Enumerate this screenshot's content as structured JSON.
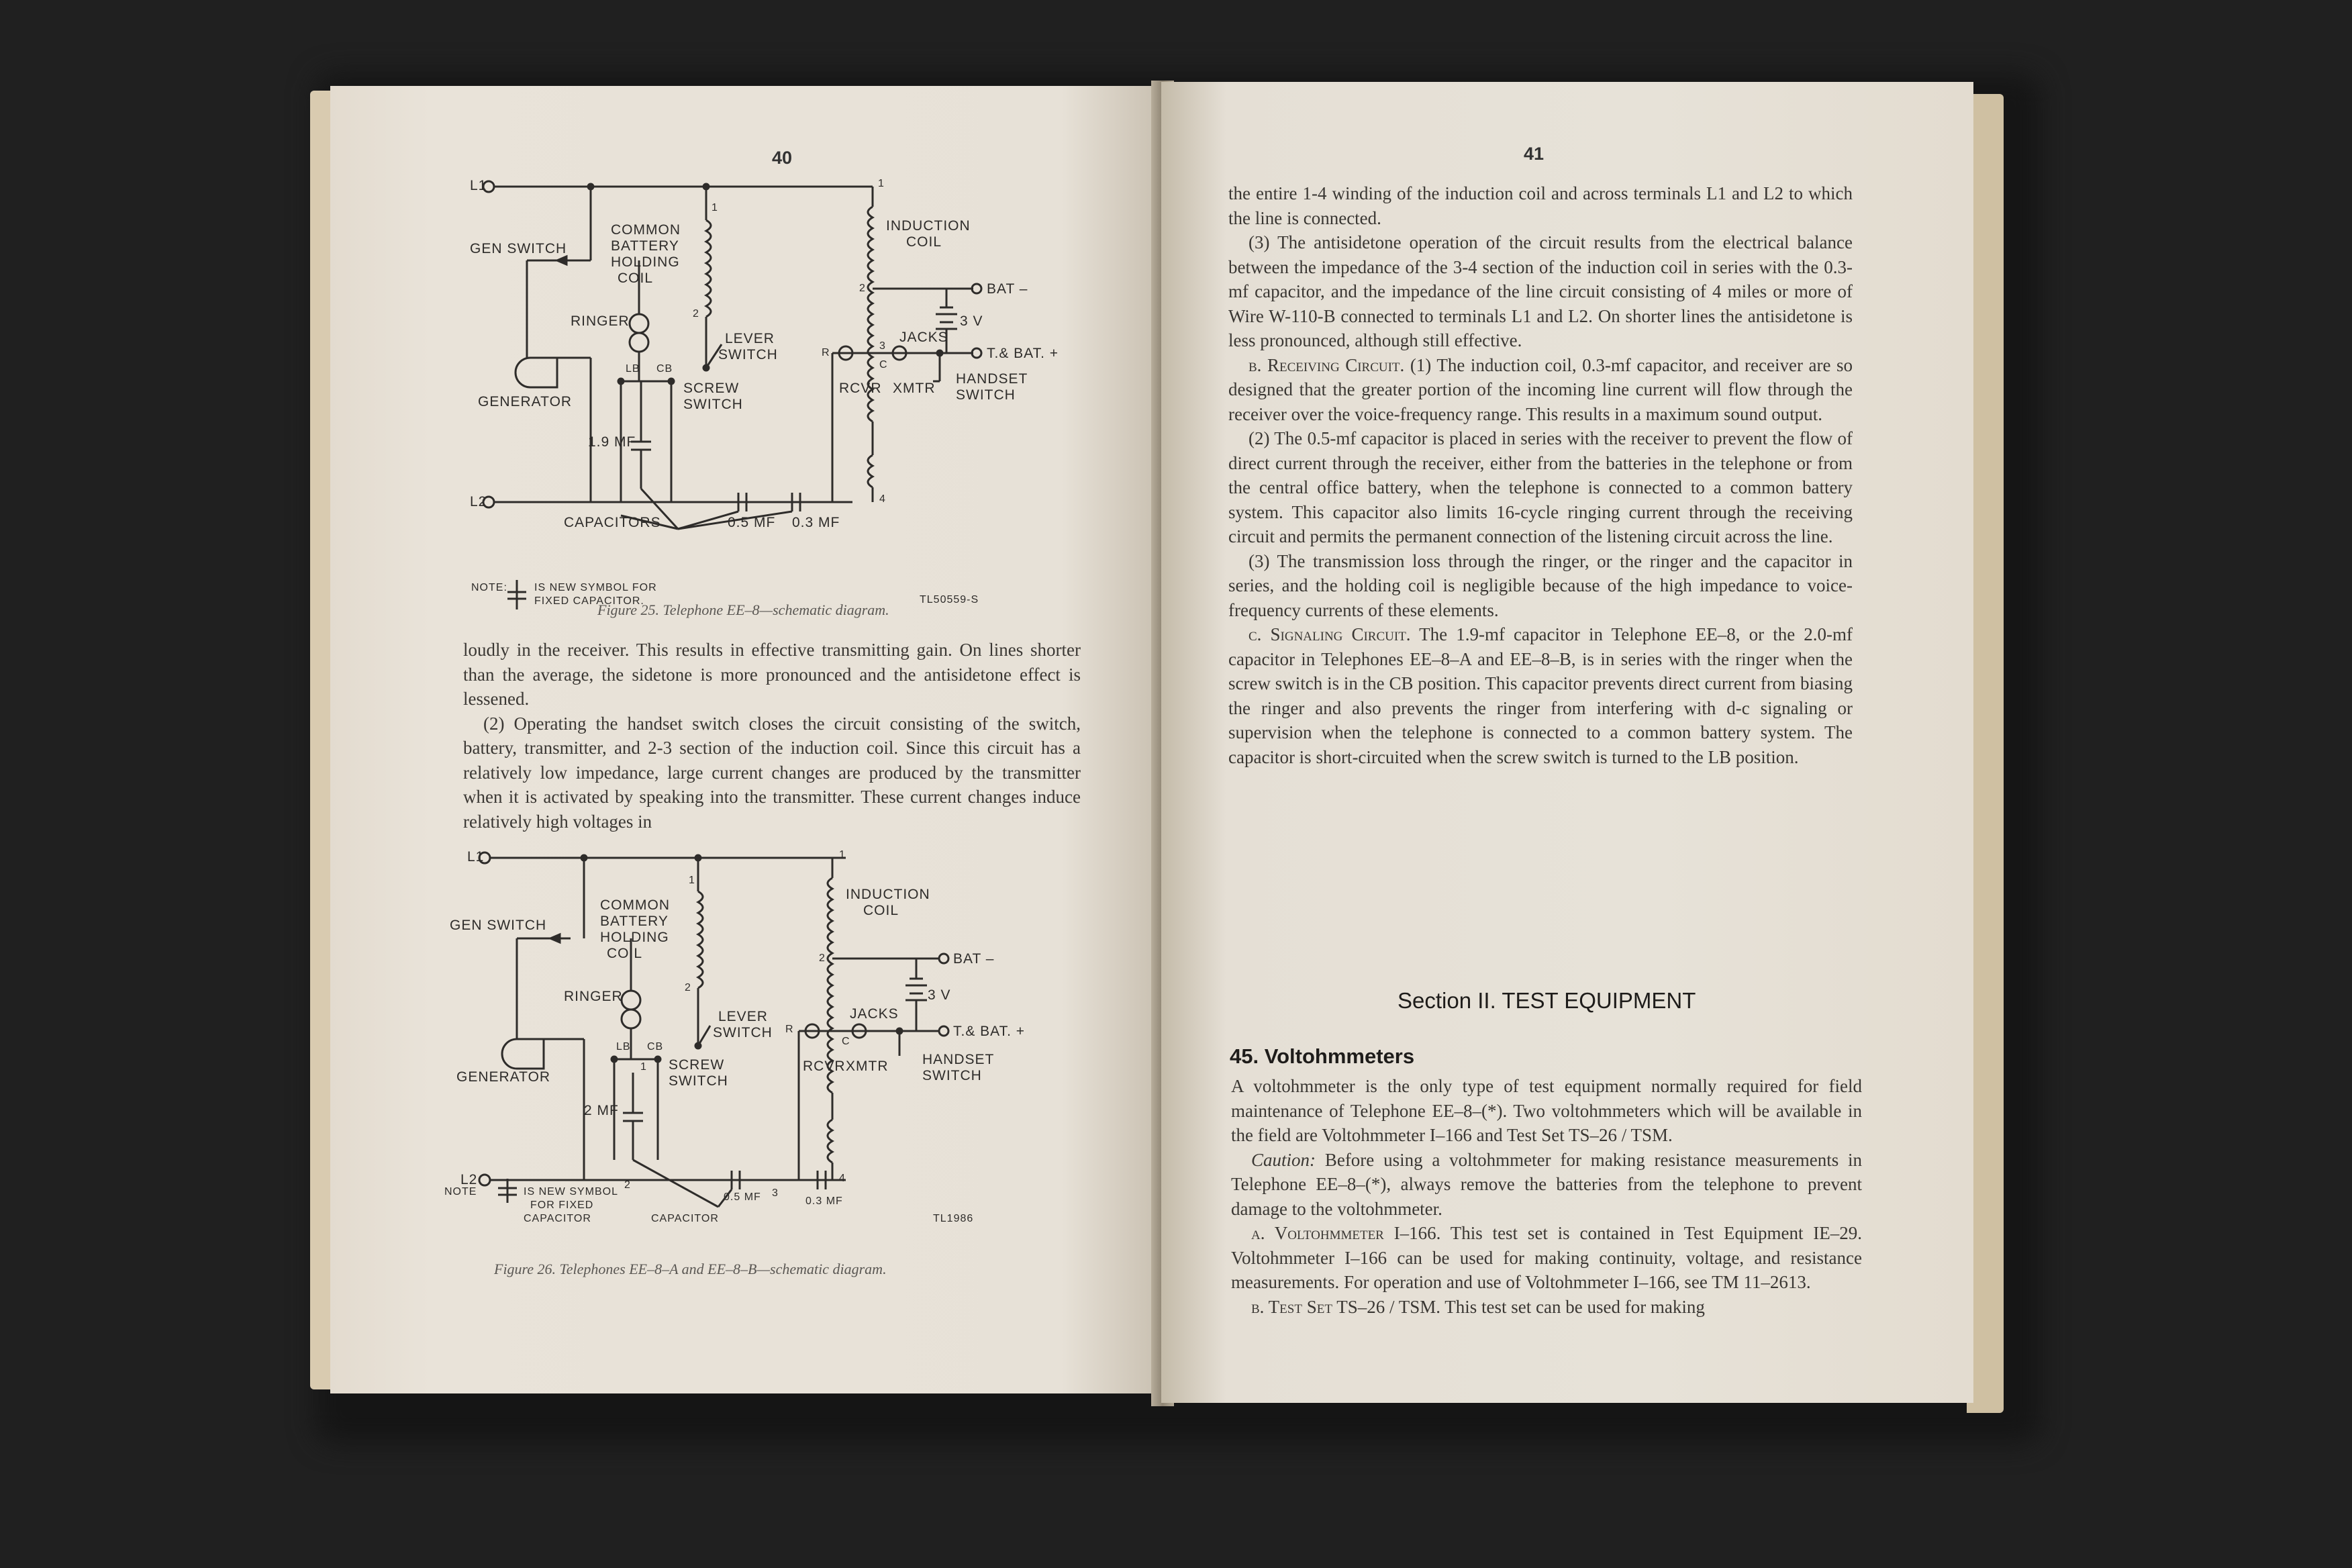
{
  "pages": {
    "left_number": "40",
    "right_number": "41"
  },
  "figure25": {
    "labels": {
      "l1": "L1",
      "l2": "L2",
      "gen_switch": "GEN SWITCH",
      "cbhc1": "COMMON",
      "cbhc2": "BATTERY",
      "cbhc3": "HOLDING",
      "cbhc4": "COIL",
      "ringer": "RINGER",
      "generator": "GENERATOR",
      "lb": "LB",
      "cb": "CB",
      "mf19": "1.9 MF",
      "screw1": "SCREW",
      "screw2": "SWITCH",
      "lever1": "LEVER",
      "lever2": "SWITCH",
      "ind1": "INDUCTION",
      "ind2": "COIL",
      "bat": "BAT –",
      "v3": "3 V",
      "jacks": "JACKS",
      "rcvr": "RCVR",
      "xmtr": "XMTR",
      "tbat": "T.& BAT. +",
      "hs1": "HANDSET",
      "hs2": "SWITCH",
      "capacitors": "CAPACITORS",
      "mf05": "0.5 MF",
      "mf03": "0.3 MF",
      "note": "NOTE:",
      "note1": "IS NEW SYMBOL FOR",
      "note2": "FIXED CAPACITOR.",
      "tl": "TL50559-S",
      "n1": "1",
      "n2": "2",
      "n3": "3",
      "n4": "4",
      "n1b": "1",
      "n2b": "2",
      "r": "R",
      "c": "C"
    },
    "caption": "Figure 25. Telephone EE–8—schematic diagram."
  },
  "figure26": {
    "labels": {
      "l1": "L1",
      "l2": "L2",
      "gen_switch": "GEN SWITCH",
      "cbhc1": "COMMON",
      "cbhc2": "BATTERY",
      "cbhc3": "HOLDING",
      "cbhc4": "COIL",
      "ringer": "RINGER",
      "generator": "GENERATOR",
      "lb": "LB",
      "cb": "CB",
      "mf2": "2 MF",
      "screw1": "SCREW",
      "screw2": "SWITCH",
      "lever1": "LEVER",
      "lever2": "SWITCH",
      "ind1": "INDUCTION",
      "ind2": "COIL",
      "bat": "BAT –",
      "v3": "3 V",
      "jacks": "JACKS",
      "rcvr": "RCVR",
      "xmtr": "XMTR",
      "tbat": "T.& BAT. +",
      "hs1": "HANDSET",
      "hs2": "SWITCH",
      "mf05": "0.5 MF",
      "mf03": "0.3 MF",
      "note": "NOTE",
      "note1": "IS NEW SYMBOL",
      "note2": "FOR FIXED",
      "note3": "CAPACITOR",
      "capacitor": "CAPACITOR",
      "tl": "TL1986",
      "n1": "1",
      "n2": "2",
      "n3": "3",
      "n4": "4",
      "n1b": "1",
      "n2b": "2",
      "n1c": "1",
      "n2c": "2",
      "r": "R",
      "c": "C"
    },
    "caption": "Figure 26. Telephones EE–8–A and EE–8–B—schematic diagram."
  },
  "left_text": {
    "p1": "loudly in the receiver. This results in effective transmitting gain. On lines shorter than the average, the sidetone is more pronounced and the antisidetone effect is lessened.",
    "p2": "(2) Operating the handset switch closes the circuit consisting of the switch, battery, transmitter, and 2-3 section of the induction coil. Since this circuit has a relatively low impedance, large current changes are produced by the transmitter when it is activated by speaking into the transmitter. These current changes induce relatively high voltages in"
  },
  "right_text": {
    "p1": "the entire 1-4 winding of the induction coil and across terminals L1 and L2 to which the line is connected.",
    "p2": "(3) The antisidetone operation of the circuit results from the electrical balance between the impedance of the 3-4 section of the induction coil in series with the 0.3-mf capacitor, and the impedance of the line circuit consisting of 4 miles or more of Wire W-110-B connected to terminals L1 and L2. On shorter lines the antisidetone is less pronounced, although still effective.",
    "p3_head": "b. Receiving Circuit.",
    "p3": "(1) The induction coil, 0.3-mf capacitor, and receiver are so designed that the greater portion of the incoming line current will flow through the receiver over the voice-frequency range. This results in a maximum sound output.",
    "p4": "(2) The 0.5-mf capacitor is placed in series with the receiver to prevent the flow of direct current through the receiver, either from the batteries in the telephone or from the central office battery, when the telephone is connected to a common battery system. This capacitor also limits 16-cycle ringing current through the receiving circuit and permits the permanent connection of the listening circuit across the line.",
    "p5": "(3) The transmission loss through the ringer, or the ringer and the capacitor in series, and the holding coil is negligible because of the high impedance to voice-frequency currents of these elements.",
    "p6_head": "c. Signaling Circuit.",
    "p6": "The 1.9-mf capacitor in Telephone EE–8, or the 2.0-mf capacitor in Telephones EE–8–A and EE–8–B, is in series with the ringer when the screw switch is in the CB position. This capacitor prevents direct current from biasing the ringer and also prevents the ringer from interfering with d-c signaling or supervision when the telephone is connected to a common battery system. The capacitor is short-circuited when the screw switch is turned to the LB position.",
    "section_title": "Section II. TEST EQUIPMENT",
    "heading45": "45. Voltohmmeters",
    "p7": "A voltohmmeter is the only type of test equipment normally required for field maintenance of Telephone EE–8–(*). Two voltohmmeters which will be available in the field are Voltohmmeter I–166 and Test Set TS–26 / TSM.",
    "p8_head": "Caution:",
    "p8": "Before using a voltohmmeter for making resistance measurements in Telephone EE–8–(*), always remove the batteries from the telephone to prevent damage to the voltohmmeter.",
    "p9_head": "a. Voltohmmeter I–166.",
    "p9": "This test set is contained in Test Equipment IE–29. Voltohmmeter I–166 can be used for making continuity, voltage, and resistance measurements. For operation and use of Voltohmmeter I–166, see TM 11–2613.",
    "p10_head": "b. Test Set TS–26 / TSM.",
    "p10": "This test set can be used for making"
  }
}
